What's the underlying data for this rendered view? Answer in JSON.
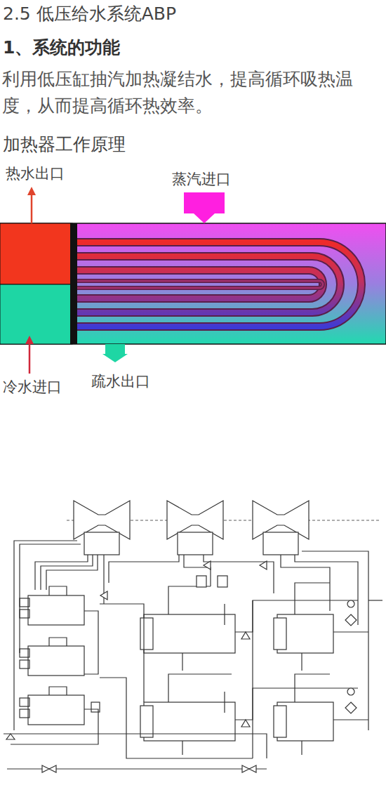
{
  "diagram": {
    "title": "2.5 低压给水系统ABP",
    "labels": [
      "1、系统的功能",
      "利用低压缸抽汽加热凝结水，提高循环吸热温度，从而提高循环热效率。",
      "加热器工作原理",
      "热水出口",
      "蒸汽进口",
      "冷水进口",
      "疏水出口"
    ]
  }
}
